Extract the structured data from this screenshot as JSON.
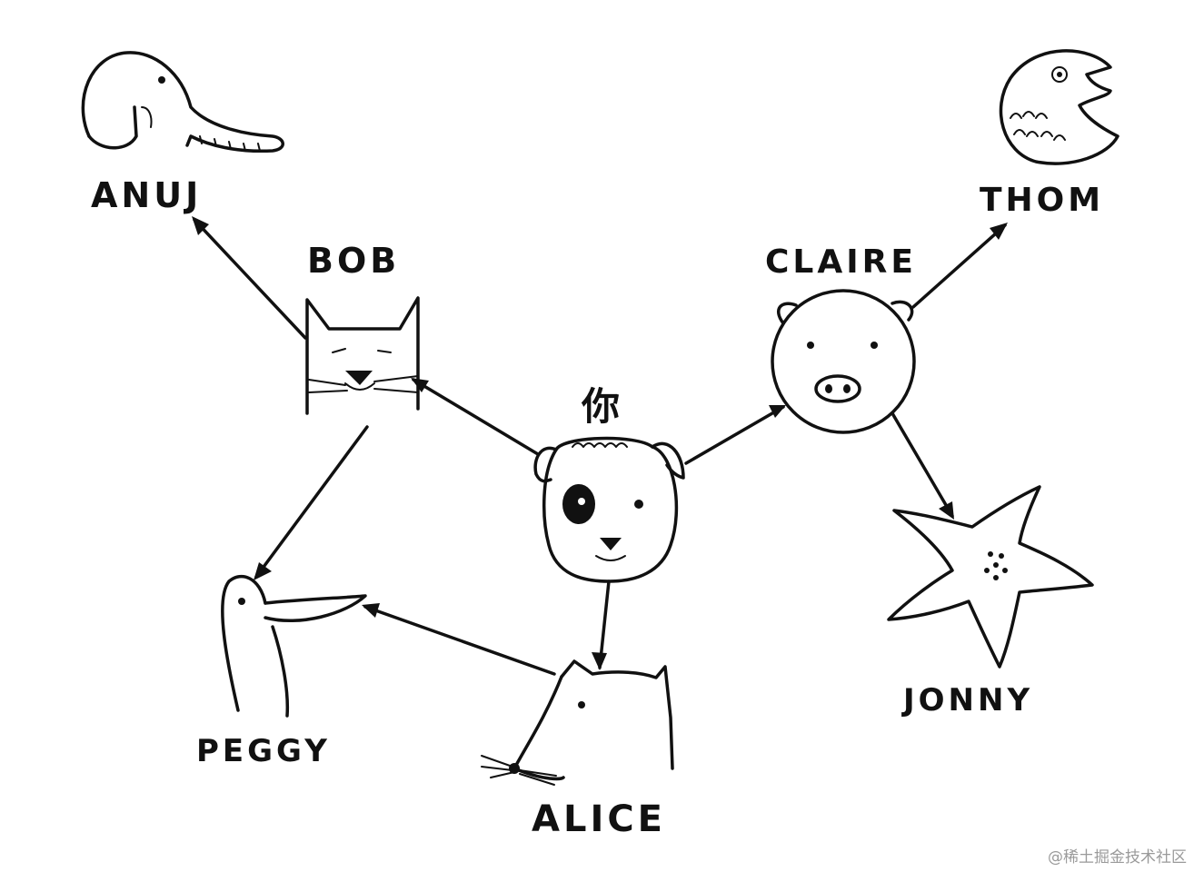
{
  "nodes": {
    "you": {
      "label": "你",
      "icon": "dog-face-icon"
    },
    "bob": {
      "label": "BOB",
      "icon": "cat-face-icon"
    },
    "claire": {
      "label": "CLAIRE",
      "icon": "pig-face-icon"
    },
    "alice": {
      "label": "ALICE",
      "icon": "mouse-face-icon"
    },
    "anuj": {
      "label": "ANUJ",
      "icon": "elephant-icon"
    },
    "peggy": {
      "label": "PEGGY",
      "icon": "bird-icon"
    },
    "thom": {
      "label": "THOM",
      "icon": "fish-icon"
    },
    "jonny": {
      "label": "JONNY",
      "icon": "starfish-icon"
    }
  },
  "edges": [
    {
      "from": "you",
      "to": "bob"
    },
    {
      "from": "you",
      "to": "claire"
    },
    {
      "from": "you",
      "to": "alice"
    },
    {
      "from": "bob",
      "to": "anuj"
    },
    {
      "from": "bob",
      "to": "peggy"
    },
    {
      "from": "alice",
      "to": "peggy"
    },
    {
      "from": "claire",
      "to": "thom"
    },
    {
      "from": "claire",
      "to": "jonny"
    }
  ],
  "watermark": "@稀土掘金技术社区"
}
